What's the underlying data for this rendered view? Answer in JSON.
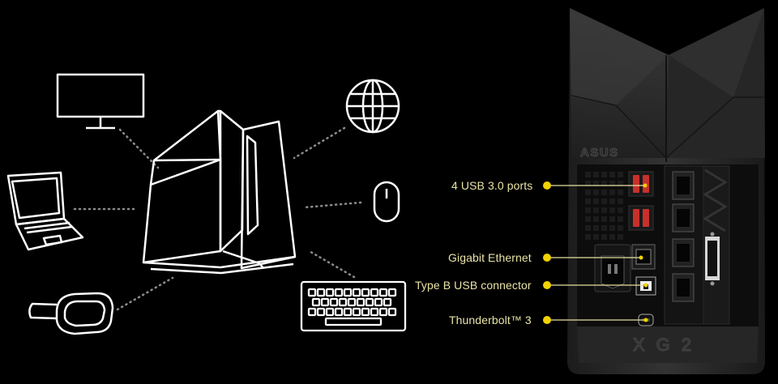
{
  "callouts": {
    "usb_ports": "4 USB 3.0 ports",
    "ethernet": "Gigabit Ethernet",
    "type_b": "Type B USB connector",
    "thunderbolt": "Thunderbolt™ 3"
  },
  "logos": {
    "brand": "ASUS",
    "product_mark": "XG2"
  },
  "icons": [
    "monitor-icon",
    "laptop-icon",
    "vr-headset-icon",
    "globe-icon",
    "mouse-icon",
    "keyboard-icon",
    "enclosure-icon"
  ],
  "colors": {
    "background": "#000000",
    "line_art": "#ffffff",
    "connector_dots": "#8a8a8a",
    "callout_text": "#e9e3a6",
    "callout_dot": "#f2d200",
    "device_body": "#2a2a2a",
    "usb_port": "#c8302c"
  }
}
